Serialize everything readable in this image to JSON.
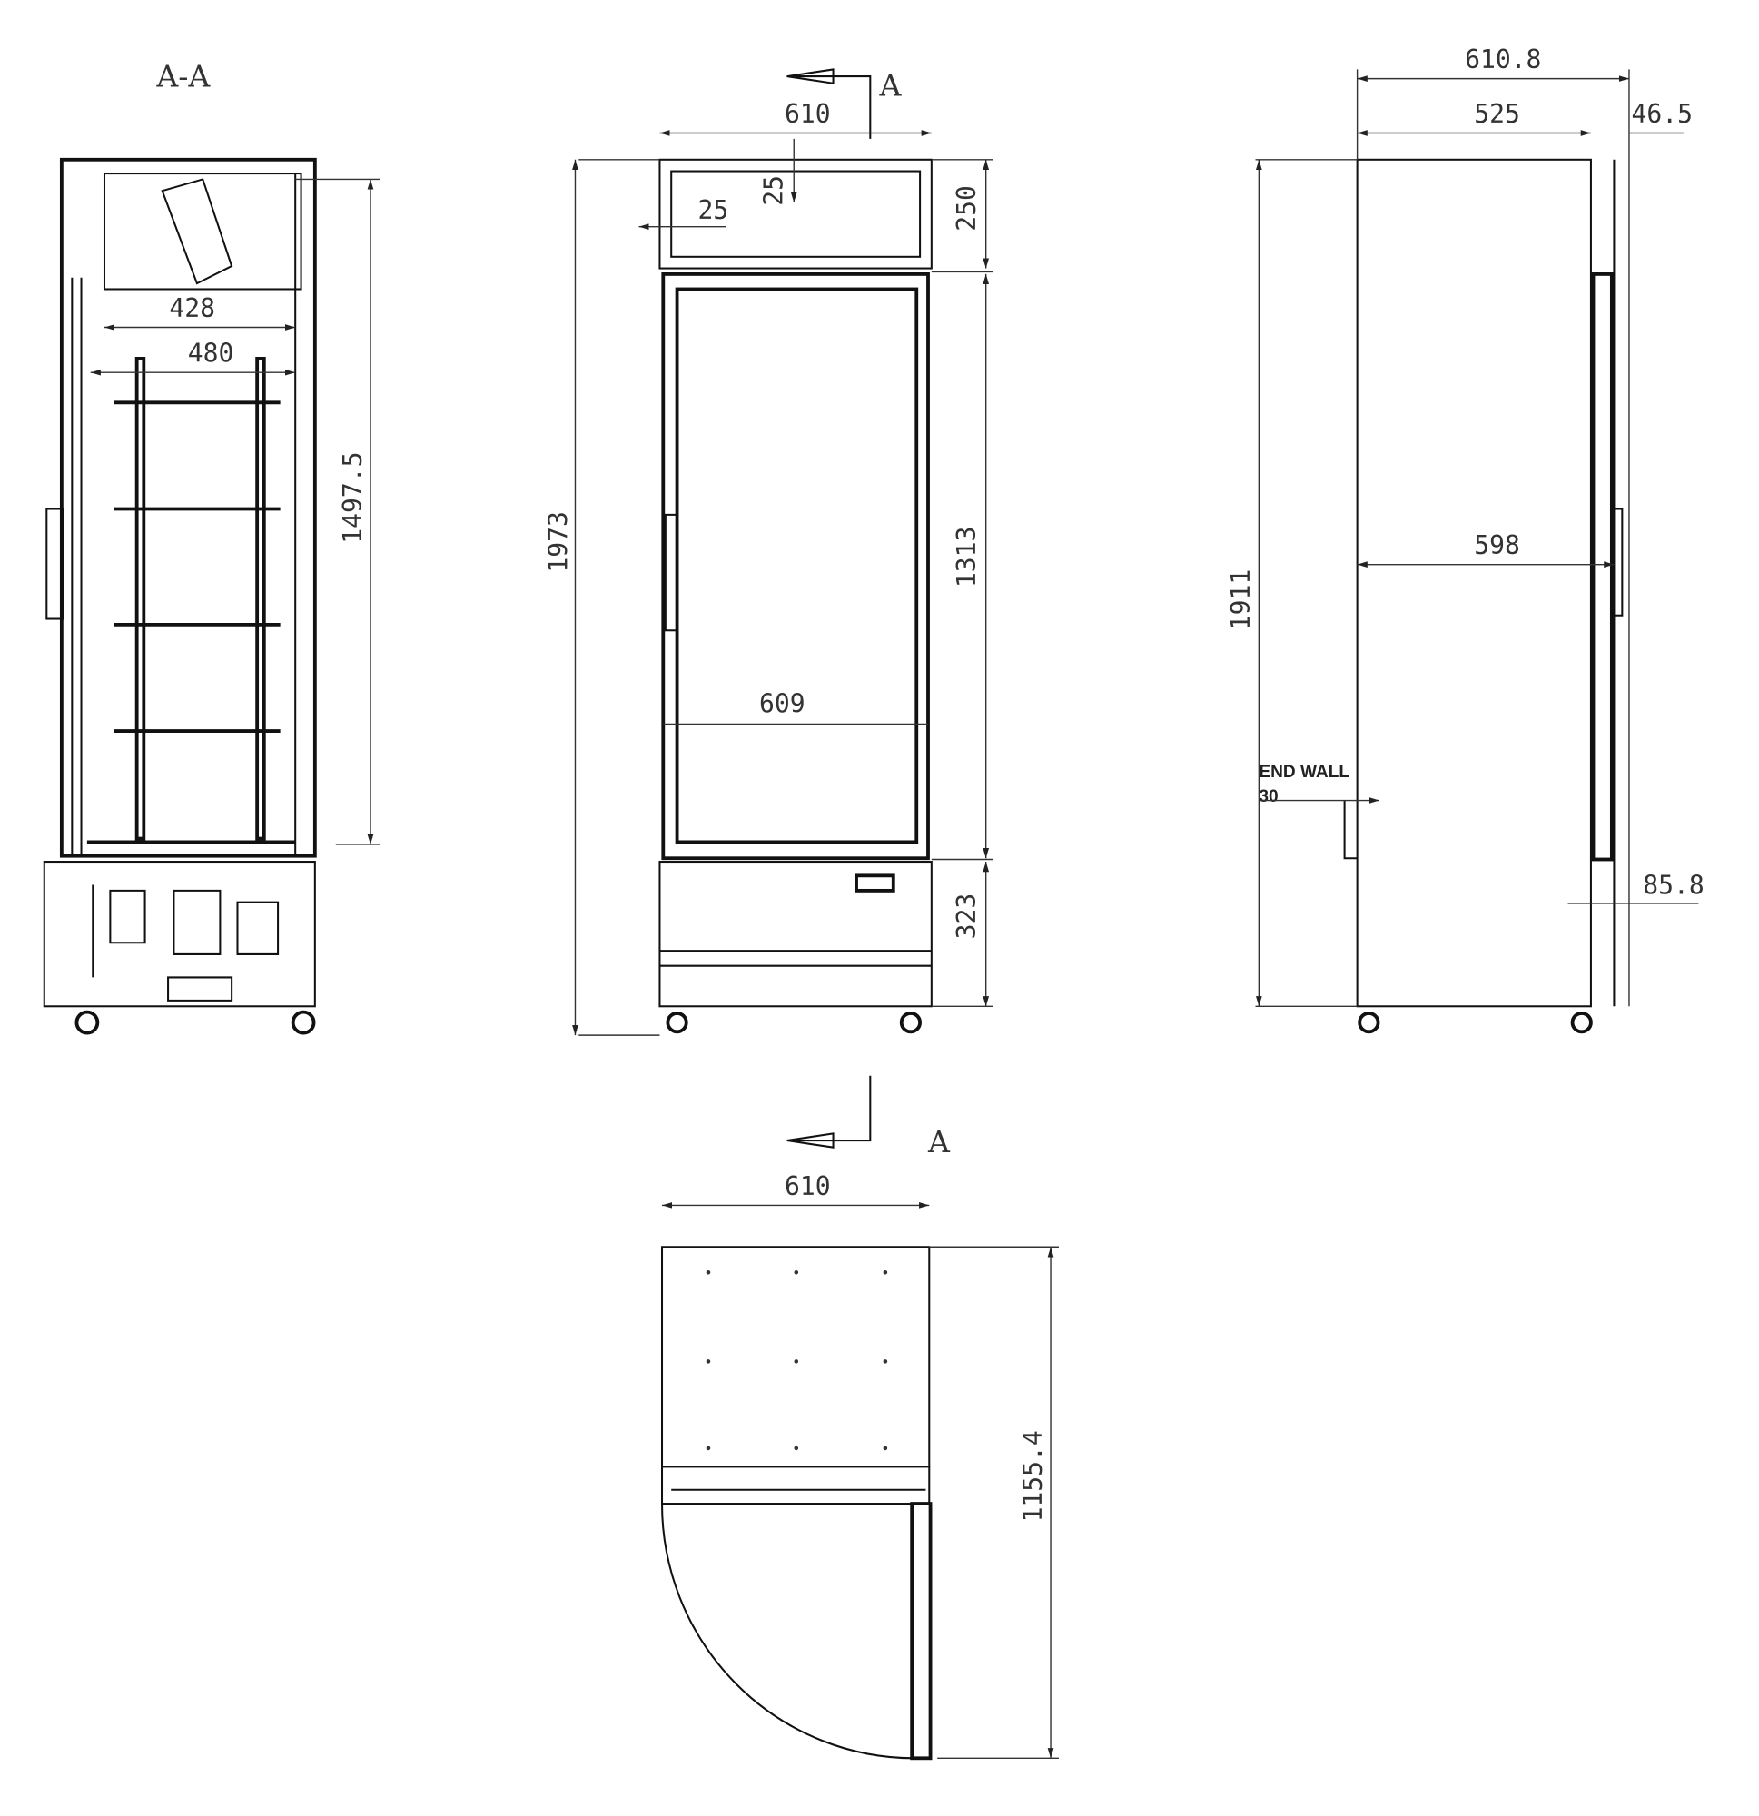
{
  "section_view": {
    "title": "A-A",
    "dims": {
      "top_inner": "428",
      "inner_width": "480",
      "height": "1497.5"
    }
  },
  "front_view": {
    "section_label": "A",
    "dims": {
      "width": "610",
      "header_top": "25",
      "header_side": "25",
      "header_height": "250",
      "door_height": "1313",
      "base_height": "323",
      "total_height": "1973",
      "door_width": "609"
    }
  },
  "side_view": {
    "dims": {
      "overall_depth": "610.8",
      "body_depth": "525",
      "door_depth": "46.5",
      "height": "1911",
      "depth_with_handle": "598",
      "end_wall_label": "END WALL",
      "end_wall_value": "30",
      "handle_offset": "85.8"
    }
  },
  "top_view": {
    "section_label": "A",
    "dims": {
      "width": "610",
      "door_swing": "1155.4"
    }
  }
}
